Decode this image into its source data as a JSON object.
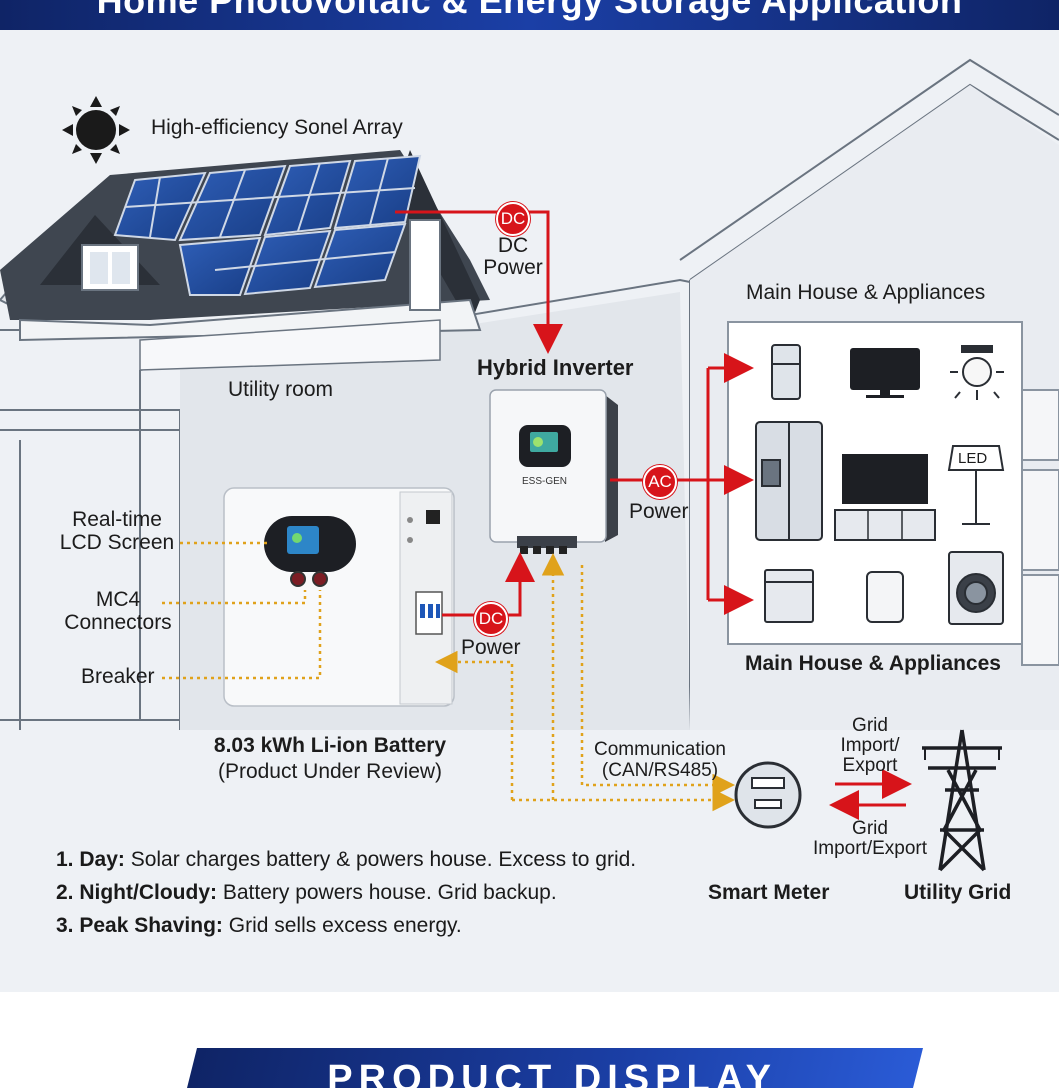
{
  "header": {
    "title": "Home Photovoltaic & Energy Storage Application"
  },
  "solar": {
    "label": "High-efficiency Sonel Array"
  },
  "dc_top": {
    "badge": "DC",
    "line1": "DC",
    "line2": "Power"
  },
  "inverter": {
    "title": "Hybrid Inverter",
    "brand": "ESS-GEN"
  },
  "utility_room": {
    "label": "Utility room"
  },
  "ac": {
    "badge": "AC",
    "label": "Power"
  },
  "house": {
    "label_top": "Main House & Appliances",
    "label_bottom": "Main House & Appliances",
    "lamp_label": "LED"
  },
  "battery": {
    "lcd_line1": "Real-time",
    "lcd_line2": "LCD Screen",
    "mc4_line1": "MC4",
    "mc4_line2": "Connectors",
    "breaker": "Breaker",
    "title": "8.03 kWh Li-ion Battery",
    "subtitle": "(Product Under Review)"
  },
  "dc_battery": {
    "badge": "DC",
    "label": "Power"
  },
  "communication": {
    "line1": "Communication",
    "line2": "(CAN/RS485)"
  },
  "grid_top": {
    "line1": "Grid",
    "line2": "Import/",
    "line3": "Export"
  },
  "grid_bottom": {
    "line1": "Grid",
    "line2": "Import/Export"
  },
  "smart_meter": {
    "label": "Smart Meter"
  },
  "utility_grid": {
    "label": "Utility Grid"
  },
  "notes": [
    {
      "bold": "1. Day:",
      "text": " Solar charges battery & powers house. Excess to grid."
    },
    {
      "bold": "2. Night/Cloudy:",
      "text": " Battery powers house. Grid backup."
    },
    {
      "bold": "3. Peak Shaving:",
      "text": " Grid sells excess energy."
    }
  ],
  "footer": {
    "title": "PRODUCT DISPLAY"
  },
  "colors": {
    "power_line": "#d7141a",
    "signal_line": "#e0a21b",
    "banner": "#1b3fa6"
  }
}
